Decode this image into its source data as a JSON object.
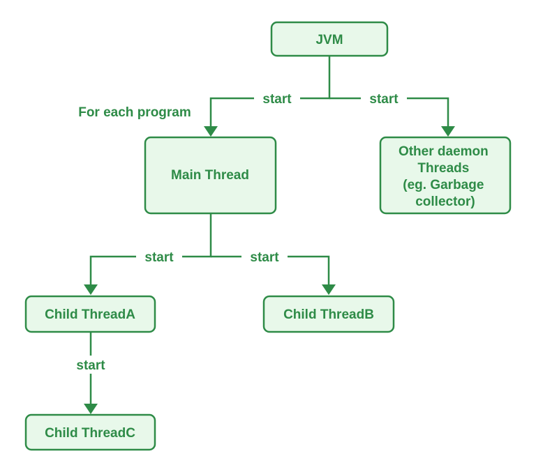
{
  "colors": {
    "accent": "#2e8b47",
    "node_fill": "#e8f8ea",
    "background": "#ffffff"
  },
  "nodes": {
    "jvm": {
      "lines": [
        "JVM"
      ]
    },
    "main_thread": {
      "lines": [
        "Main Thread"
      ]
    },
    "daemon_threads": {
      "lines": [
        "Other daemon",
        "Threads",
        "(eg. Garbage",
        "collector)"
      ]
    },
    "child_a": {
      "lines": [
        "Child ThreadA"
      ]
    },
    "child_b": {
      "lines": [
        "Child ThreadB"
      ]
    },
    "child_c": {
      "lines": [
        "Child ThreadC"
      ]
    }
  },
  "edges": {
    "jvm_to_main": {
      "label": "start"
    },
    "jvm_to_daemon": {
      "label": "start"
    },
    "main_to_child_a": {
      "label": "start"
    },
    "main_to_child_b": {
      "label": "start"
    },
    "child_a_to_child_c": {
      "label": "start"
    }
  },
  "annotations": {
    "for_each_program": "For each program"
  }
}
